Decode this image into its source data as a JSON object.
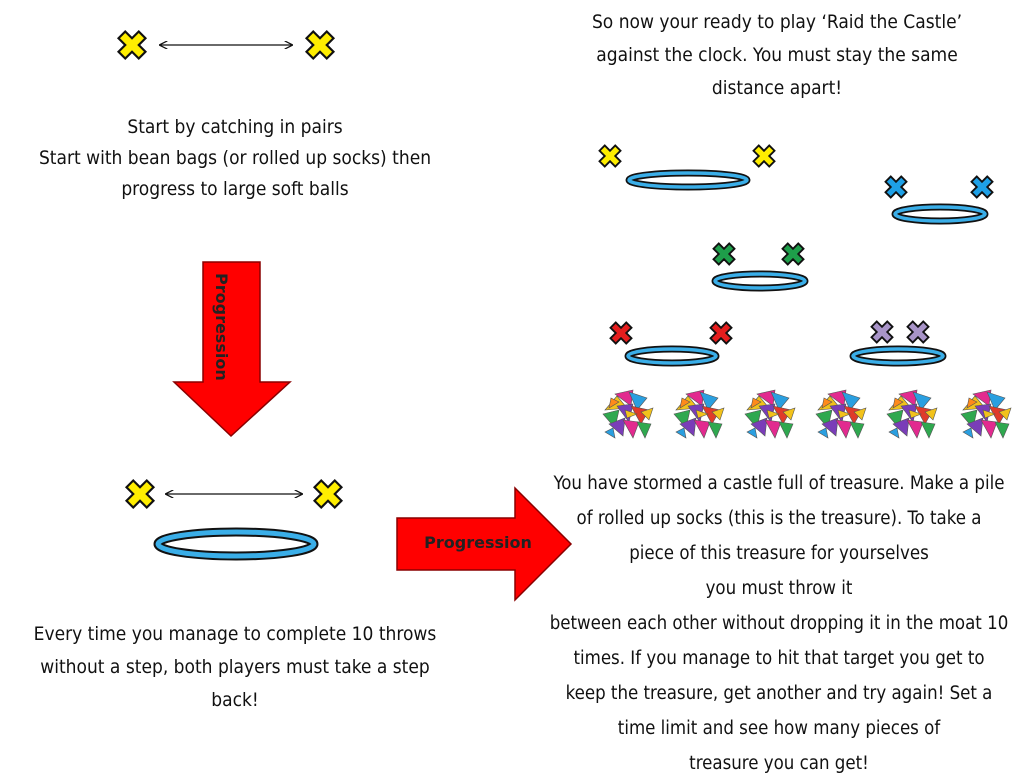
{
  "left": {
    "intro_text": "Start by catching in pairs\nStart with bean bags (or rolled up socks) then\nprogress to large soft balls",
    "down_arrow_label": "Progression",
    "step_back_text": "Every time you manage to complete 10 throws\nwithout a step, both players must take a step\nback!"
  },
  "middle": {
    "right_arrow_label": "Progression"
  },
  "right": {
    "intro_text": "So now your ready to play ‘Raid the Castle’\nagainst the clock. You must stay the same\ndistance apart!",
    "game_text": "You have stormed a castle full of treasure. Make a pile\nof rolled up socks (this is the treasure). To  take a\npiece of this treasure for yourselves\nyou must throw it\nbetween each other without dropping it in the moat 10\ntimes. If you manage to hit that target you get to\nkeep the treasure, get another and try again! Set a\ntime limit and see how many pieces of\ntreasure you can get!"
  },
  "colors": {
    "arrow_red": "#ff0000",
    "marker_yellow": "#ffee00",
    "marker_blue": "#1ea0e6",
    "marker_green": "#1e9e4a",
    "marker_red": "#e41d1d",
    "marker_purple": "#a894c8",
    "hoop_blue": "#3aaee8"
  }
}
